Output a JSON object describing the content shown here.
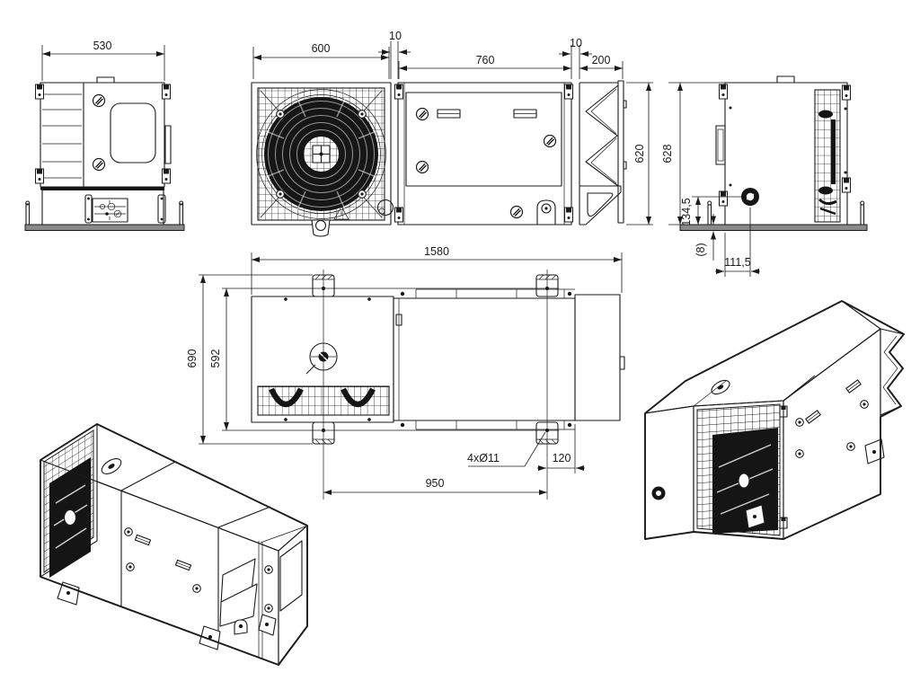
{
  "colors": {
    "line": "#1b1b1b",
    "dark_fill": "#151515",
    "rail_fill": "#8a8a8a",
    "background": "#ffffff"
  },
  "views": {
    "left_end": {
      "dims": {
        "width": "530"
      }
    },
    "front": {
      "dims": {
        "fan_section_width": "600",
        "gap_left": "10",
        "panel_section_width": "760",
        "gap_right": "10",
        "outlet_section_width": "200",
        "height": "620"
      }
    },
    "right_end": {
      "dims": {
        "height": "628",
        "port_center_height": "134,5",
        "base_thickness": "(8)",
        "port_center_offset": "111,5"
      }
    },
    "plan": {
      "dims": {
        "overall_length": "1580",
        "overall_width": "690",
        "bracket_hole_width": "592",
        "mounting_holes": "4xØ11",
        "end_overhang": "120",
        "bracket_hole_spacing": "950"
      }
    }
  }
}
